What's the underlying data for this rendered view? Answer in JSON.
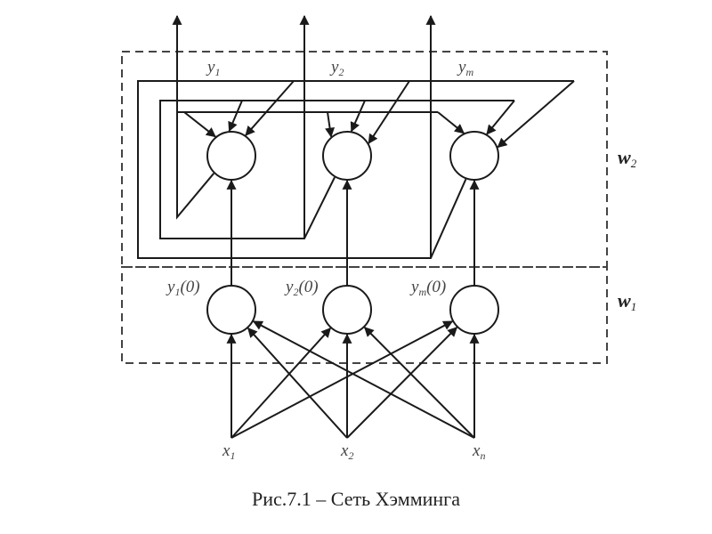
{
  "caption": "Рис.7.1 – Сеть Хэмминга",
  "weights": {
    "upper": {
      "base": "w",
      "sub": "2"
    },
    "lower": {
      "base": "w",
      "sub": "1"
    }
  },
  "outputs": [
    {
      "base": "y",
      "sub": "1"
    },
    {
      "base": "y",
      "sub": "2"
    },
    {
      "base": "y",
      "sub": "m"
    }
  ],
  "initial_outputs": [
    {
      "base": "y",
      "sub": "1",
      "suffix": "(0)"
    },
    {
      "base": "y",
      "sub": "2",
      "suffix": "(0)"
    },
    {
      "base": "y",
      "sub": "m",
      "suffix": "(0)"
    }
  ],
  "inputs": [
    {
      "base": "x",
      "sub": "1"
    },
    {
      "base": "x",
      "sub": "2"
    },
    {
      "base": "x",
      "sub": "n"
    }
  ],
  "layers": {
    "upper_neuron_count": 3,
    "lower_neuron_count": 3,
    "input_count": 3
  }
}
